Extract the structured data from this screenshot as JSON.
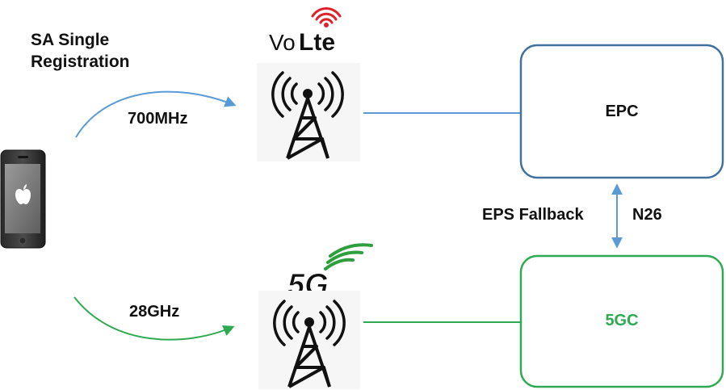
{
  "diagram": {
    "title_lines": [
      "SA Single",
      "Registration"
    ],
    "volte_logo": {
      "prefix": "Vo",
      "suffix": "Lte",
      "signal_color": "#e0202a",
      "text_color": "#111111"
    },
    "fiveg_logo": {
      "text": "5G",
      "signal_color": "#2e9e3e",
      "text_color": "#111111"
    },
    "links": {
      "lte_band": "700MHz",
      "nr_band": "28GHz",
      "lte_color": "#5b9bd5",
      "nr_color": "#2eab52"
    },
    "cores": {
      "epc": {
        "label": "EPC",
        "border_color": "#41719c"
      },
      "fivegc": {
        "label": "5GC",
        "border_color": "#2eab52",
        "label_color": "#2eab52"
      }
    },
    "interworking": {
      "interface": "N26",
      "procedure": "EPS Fallback",
      "color": "#5b9bd5"
    },
    "icons": {
      "phone": "smartphone-icon",
      "apple": "apple-logo-icon",
      "lte_tower": "cell-tower-icon",
      "nr_tower": "cell-tower-icon"
    }
  }
}
